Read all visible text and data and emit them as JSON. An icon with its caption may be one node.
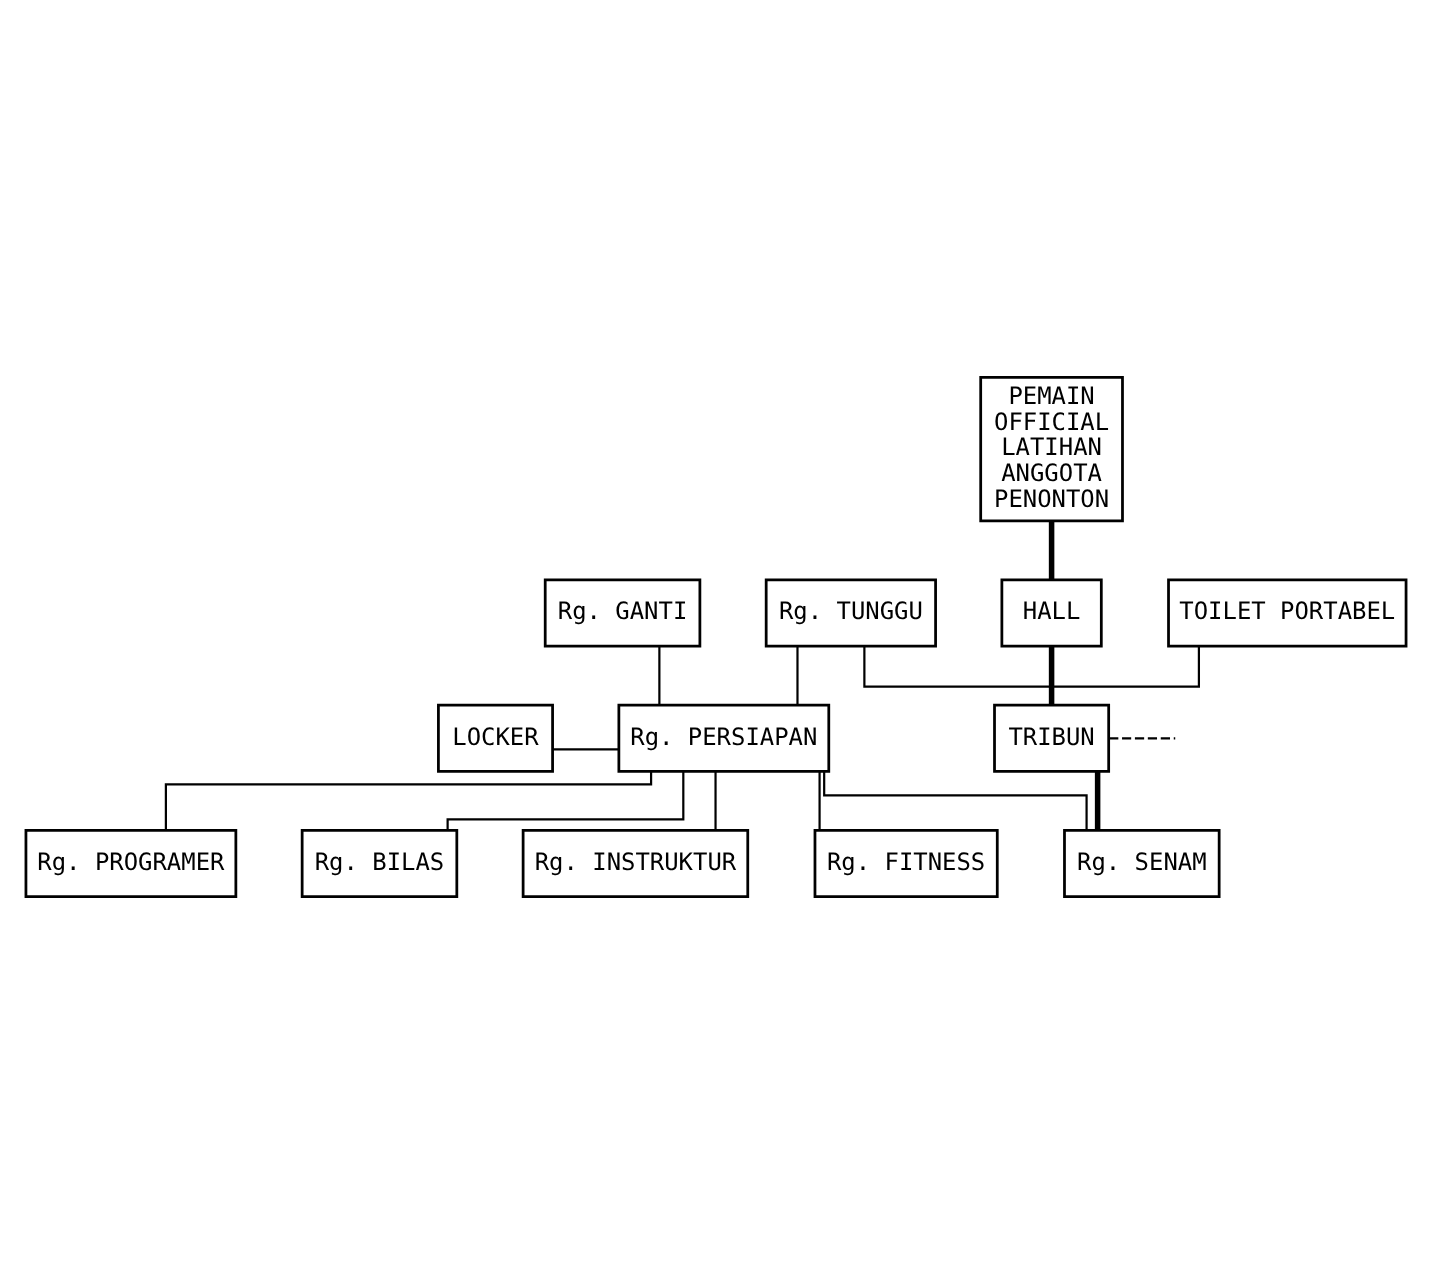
{
  "diagram": {
    "nodes": [
      {
        "text": [
          "PEMAIN OFFICIAL LATIHAN ANGGOTA PENONTON"
        ]
      },
      {
        "text": [
          "HALL"
        ]
      },
      {
        "text": [
          "Rg. GANTI"
        ]
      },
      {
        "text": [
          "Rg. TUNGGU"
        ]
      },
      {
        "text": [
          "TOILET PORTABEL"
        ]
      },
      {
        "text": [
          "LOCKER"
        ]
      },
      {
        "text": [
          "Rg. PERSIAPAN"
        ]
      },
      {
        "text": [
          "TRIBUN"
        ]
      },
      {
        "text": [
          "Rg. BILAS"
        ]
      },
      {
        "text": [
          "Rg. PROGRAMER"
        ]
      },
      {
        "text": [
          "Rg. SENAM"
        ]
      },
      {
        "text": [
          "Rg. INSTRUKTUR"
        ]
      },
      {
        "text": [
          "Rg. FITNESS"
        ]
      }
    ],
    "edges": [
      {
        "from": 0,
        "to": 1,
        "arrow": "none",
        "style": "thick"
      },
      {
        "from": 1,
        "to": 7,
        "arrow": "none",
        "style": "thick"
      },
      {
        "from": 3,
        "to": 4,
        "arrow": "none"
      },
      {
        "from": 3,
        "to": 6,
        "arrow": "none"
      },
      {
        "from": 2,
        "to": 6,
        "arrow": "none"
      },
      {
        "from": 5,
        "to": 6,
        "arrow": "none"
      },
      {
        "from": 8,
        "to": 6,
        "arrow": "none"
      },
      {
        "from": 7,
        "to": 10,
        "arrow": "none",
        "style": "thick"
      },
      {
        "from": 7,
        "to": null,
        "arrow": "none",
        "style": "dashed"
      },
      {
        "from": 6,
        "to": 9,
        "arrow": "none"
      },
      {
        "from": 6,
        "to": 11,
        "arrow": "none"
      },
      {
        "from": 6,
        "to": 10,
        "arrow": "none"
      },
      {
        "from": 6,
        "to": 12,
        "arrow": "none"
      }
    ]
  }
}
